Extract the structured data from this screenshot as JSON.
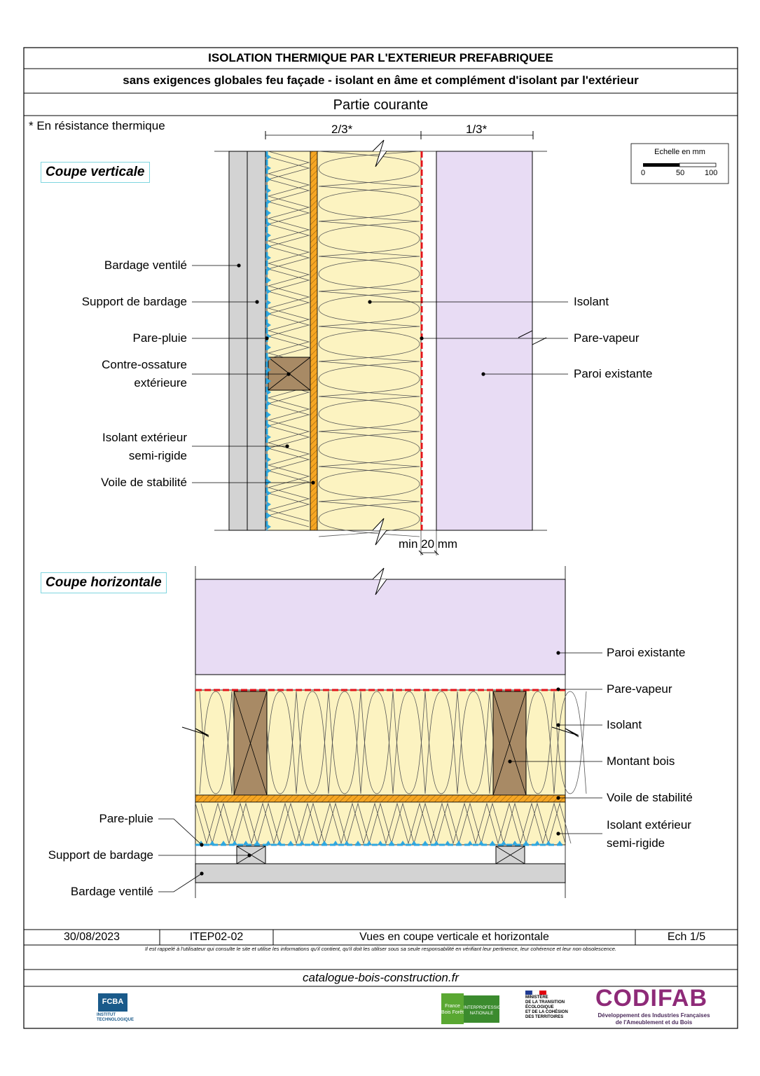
{
  "header": {
    "title": "ISOLATION THERMIQUE PAR L'EXTERIEUR PREFABRIQUEE",
    "subtitle": "sans exigences globales feu façade - isolant en âme et complément d'isolant par l'extérieur",
    "part": "Partie courante",
    "footnote": "* En résistance thermique"
  },
  "scale": {
    "title": "Echelle en mm",
    "ticks": [
      "0",
      "50",
      "100"
    ]
  },
  "vertical": {
    "section_title": "Coupe verticale",
    "dim_left": "2/3*",
    "dim_right": "1/3*",
    "min_gap": "min 20 mm",
    "labels_left": {
      "bardage": "Bardage ventilé",
      "support": "Support de bardage",
      "pare_pluie": "Pare-pluie",
      "contre_ossature_1": "Contre-ossature",
      "contre_ossature_2": "extérieure",
      "isolant_ext_1": "Isolant extérieur",
      "isolant_ext_2": "semi-rigide",
      "voile": "Voile de stabilité"
    },
    "labels_right": {
      "isolant": "Isolant",
      "pare_vapeur": "Pare-vapeur",
      "paroi": "Paroi existante"
    }
  },
  "horizontal": {
    "section_title": "Coupe horizontale",
    "labels_right": {
      "paroi": "Paroi existante",
      "pare_vapeur": "Pare-vapeur",
      "isolant": "Isolant",
      "montant": "Montant bois",
      "voile": "Voile de stabilité",
      "isolant_ext_1": "Isolant extérieur",
      "isolant_ext_2": "semi-rigide"
    },
    "labels_left": {
      "pare_pluie": "Pare-pluie",
      "support": "Support de bardage",
      "bardage": "Bardage ventilé"
    }
  },
  "footer": {
    "date": "30/08/2023",
    "ref": "ITEP02-02",
    "desc": "Vues en coupe verticale et horizontale",
    "ech": "Ech 1/5",
    "disclaimer": "Il est rappelé à l'utilisateur qui consulte le site et utilise les informations qu'il contient, qu'il doit les utiliser sous sa seule responsabilité en vérifiant leur pertinence, leur cohérence et leur non obsolescence.",
    "site": "catalogue-bois-construction.fr"
  },
  "logos": {
    "fcba": "FCBA",
    "fcba_sub_1": "INSTITUT",
    "fcba_sub_2": "TECHNOLOGIQUE",
    "france_bois": "France Bois Forêt",
    "interpro_1": "INTERPROFESSION",
    "interpro_2": "NATIONALE",
    "ministere_1": "MINISTÈRE",
    "ministere_2": "DE LA TRANSITION",
    "ministere_3": "ÉCOLOGIQUE",
    "ministere_4": "ET DE LA COHÉSION",
    "ministere_5": "DES TERRITOIRES",
    "codifab": "CODIFAB",
    "codifab_sub_1": "Développement des Industries Françaises",
    "codifab_sub_2": "de l'Ameublement et du Bois"
  },
  "colors": {
    "insulation": "#fcf3c1",
    "insulation_line": "#555555",
    "wall": "#e8dcf4",
    "cladding": "#d3d3d3",
    "timber": "#a88a65",
    "osb": "#f6a623",
    "vapour": "#e3141b",
    "rain": "#2fa7e0"
  }
}
